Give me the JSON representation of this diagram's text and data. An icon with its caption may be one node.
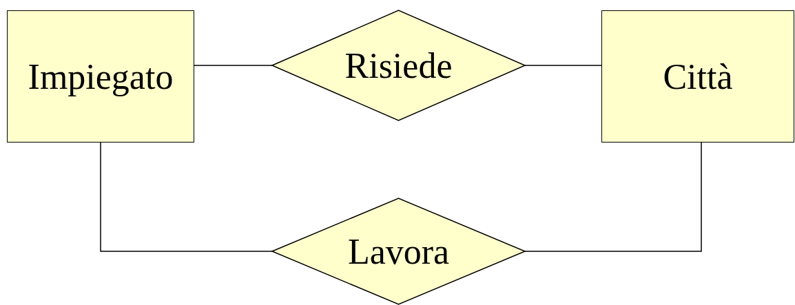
{
  "diagram": {
    "nodes": [
      {
        "text": [
          "Impiegato"
        ]
      },
      {
        "text": [
          "Risiede"
        ]
      },
      {
        "text": [
          "Città"
        ]
      },
      {
        "text": [
          "Lavora"
        ]
      }
    ],
    "edges": [
      {
        "from": 0,
        "to": 1,
        "arrow": "none"
      },
      {
        "from": 1,
        "to": 2,
        "arrow": "none"
      },
      {
        "from": 0,
        "to": 3,
        "arrow": "none"
      },
      {
        "from": 3,
        "to": 2,
        "arrow": "none"
      }
    ]
  }
}
